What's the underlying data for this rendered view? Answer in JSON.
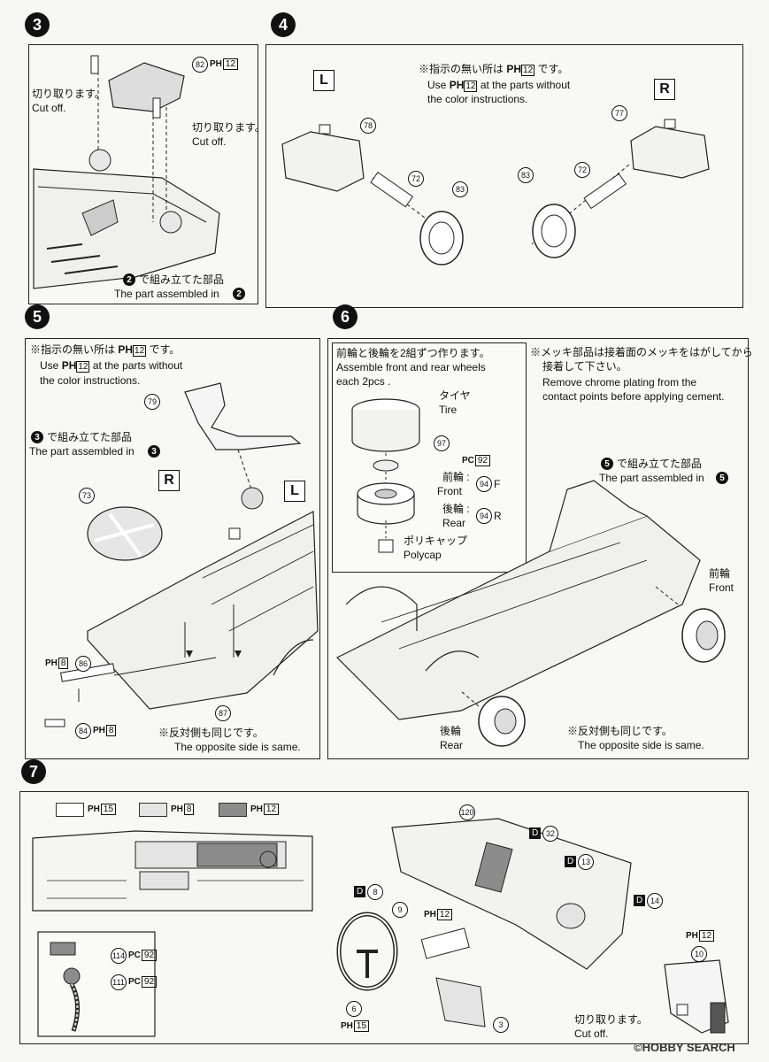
{
  "step3": {
    "number": "3",
    "part": "82",
    "code": "PH",
    "code_box": "12",
    "cut_off_jp_1": "切り取ります。",
    "cut_off_en_1": "Cut off.",
    "cut_off_jp_2": "切り取ります。",
    "cut_off_en_2": "Cut off.",
    "assembled_jp": "で組み立てた部品",
    "assembled_en": "The part assembled in",
    "ref_step": "2"
  },
  "step4": {
    "number": "4",
    "left_badge": "L",
    "right_badge": "R",
    "note_jp": "※指示の無い所は",
    "note_jp_code": "PH",
    "note_jp_box": "12",
    "note_jp_tail": "です。",
    "note_en_1": "Use",
    "note_en_code": "PH",
    "note_en_box": "12",
    "note_en_1_tail": "at the parts without",
    "note_en_2": "the color instructions.",
    "parts": [
      "78",
      "72",
      "83",
      "77",
      "72",
      "83"
    ]
  },
  "step5": {
    "number": "5",
    "note_jp": "※指示の無い所は",
    "note_code": "PH",
    "note_box": "12",
    "note_jp_tail": "です。",
    "note_en_1": "Use",
    "note_en_1_tail": "at the parts without",
    "note_en_2": "the color instructions.",
    "assembled_jp": "で組み立てた部品",
    "assembled_en": "The part assembled in",
    "ref_step": "3",
    "right_badge": "R",
    "left_badge": "L",
    "parts": {
      "p79": "79",
      "p73": "73",
      "p86": "86",
      "p84": "84",
      "p87": "87"
    },
    "code_86": "PH",
    "box_86": "8",
    "code_84": "PH",
    "box_84": "8",
    "opposite_jp": "※反対側も同じです。",
    "opposite_en": "The opposite side is same."
  },
  "step6": {
    "number": "6",
    "wheels_jp": "前輪と後輪を2組ずつ作ります。",
    "wheels_en_1": "Assemble front and rear wheels",
    "wheels_en_2": "each 2pcs .",
    "tire_jp": "タイヤ",
    "tire_en": "Tire",
    "part_97": "97",
    "pc_code": "PC",
    "pc_box": "92",
    "front_jp": "前輪",
    "front_en": "Front",
    "front_part": "94",
    "front_suffix": "F",
    "rear_jp": "後輪",
    "rear_en": "Rear",
    "rear_part": "94",
    "rear_suffix": "R",
    "polycap_jp": "ポリキャップ",
    "polycap_en": "Polycap",
    "chrome_jp_1": "※メッキ部品は接着面のメッキをはがしてから",
    "chrome_jp_2": "接着して下さい。",
    "chrome_en_1": "Remove chrome plating from the",
    "chrome_en_2": "contact points before applying cement.",
    "assembled_jp": "で組み立てた部品",
    "assembled_en": "The part assembled in",
    "ref_step": "5",
    "front_label_jp": "前輪",
    "front_label_en": "Front",
    "rear_label_jp": "後輪",
    "rear_label_en": "Rear",
    "opposite_jp": "※反対側も同じです。",
    "opposite_en": "The opposite side is same."
  },
  "step7": {
    "number": "7",
    "legend": [
      {
        "code": "PH",
        "box": "15",
        "color": "#ffffff"
      },
      {
        "code": "PH",
        "box": "8",
        "color": "#e4e4e4"
      },
      {
        "code": "PH",
        "box": "12",
        "color": "#8c8c8c"
      }
    ],
    "part_114": "114",
    "code_114": "PC",
    "box_114": "92",
    "part_111": "111",
    "code_111": "PC",
    "box_111": "92",
    "part_120": "120",
    "d32": "32",
    "d13": "13",
    "d8": "8",
    "d14": "14",
    "d_label": "D",
    "part_9": "9",
    "code_9": "PH",
    "box_9": "12",
    "part_10": "10",
    "code_10": "PH",
    "box_10": "12",
    "part_6": "6",
    "code_6": "PH",
    "box_6": "15",
    "part_3": "3",
    "cut_jp": "切り取ります。",
    "cut_en": "Cut off."
  },
  "watermark": "©HOBBY SEARCH"
}
